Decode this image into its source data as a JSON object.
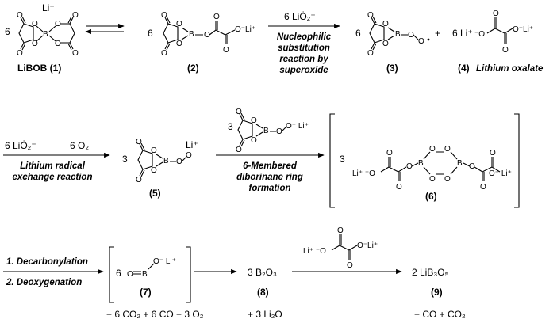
{
  "compounds": {
    "c1": {
      "coef": "6",
      "name": "LiBOB (1)",
      "cation": "Li⁺"
    },
    "c2": {
      "coef": "6",
      "num": "(2)",
      "anion": "O⁻Li⁺"
    },
    "c3": {
      "coef": "6",
      "num": "(3)"
    },
    "c4": {
      "coef": "6 Li⁺",
      "anion": "⁻O",
      "anion2": "O⁻Li⁺",
      "num": "(4)",
      "name": "Lithium oxalate"
    },
    "c5": {
      "coef": "3",
      "num": "(5)",
      "cation": "Li⁺"
    },
    "c6": {
      "coef": "3",
      "num": "(6)",
      "left": "Li⁺ ⁻O",
      "right": "O⁻ Li⁺"
    },
    "c7": {
      "coef": "6",
      "num": "(7)",
      "anion": "O⁻ Li⁺"
    },
    "c8": {
      "formula": "3 B₂O₃",
      "num": "(8)"
    },
    "c9": {
      "formula": "2 LiB₃O₅",
      "num": "(9)"
    }
  },
  "reactions": {
    "r1": {
      "reagent": "6 LiȮ₂⁻",
      "caption": [
        "Nucleophilic",
        "substitution",
        "reaction by",
        "superoxide"
      ],
      "plus": "+"
    },
    "r2": {
      "reagent": "6 LiȮ₂⁻",
      "product": "6 O₂",
      "caption": [
        "Lithium radical",
        "exchange reaction"
      ]
    },
    "r3": {
      "reagent_coef": "3",
      "reagent_anion": "O⁻ Li⁺",
      "caption": [
        "6-Membered",
        "diborinane ring",
        "formation"
      ]
    },
    "r4": {
      "caption": [
        "1. Decarbonylation",
        "2. Deoxygenation"
      ]
    },
    "r5": {
      "reagent_left": "Li⁺ ⁻O",
      "reagent_right": "O⁻Li⁺"
    }
  },
  "byproducts": {
    "b7": "+ 6 CO₂ + 6 CO + 3 O₂",
    "b8": "+ 3 Li₂O",
    "b9": "+ CO + CO₂"
  },
  "atoms": {
    "O": "O",
    "B": "B"
  }
}
